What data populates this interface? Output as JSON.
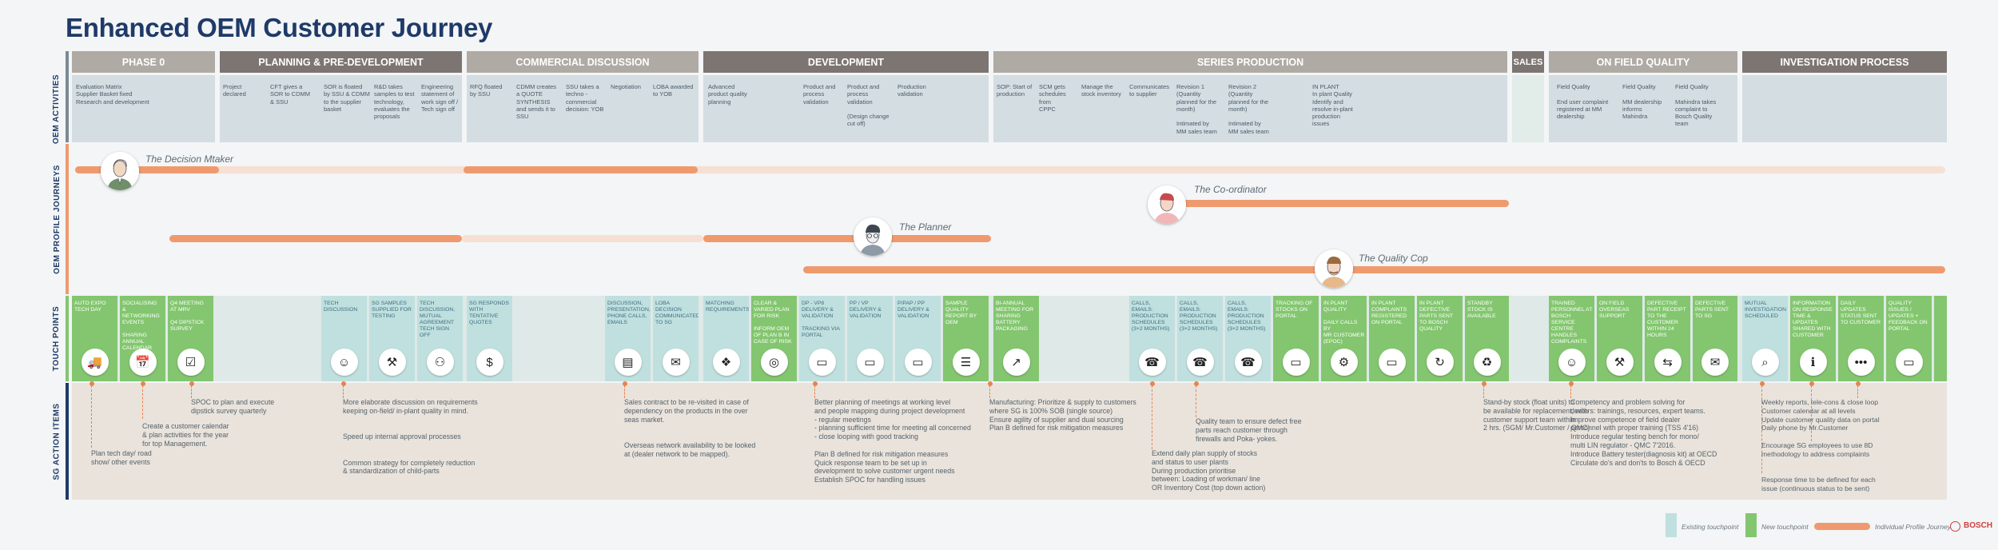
{
  "title": "Enhanced OEM Customer Journey",
  "colors": {
    "phase_dark": "#7d7572",
    "phase_light": "#b0aaa5",
    "new_touchpoint": "#83c66f",
    "existing_touchpoint": "#bfe0de",
    "profile": "#ef9a6e",
    "title": "#1f3a68"
  },
  "row_labels": {
    "activities": "OEM ACTIVITIES",
    "profiles": "OEM PROFILE JOURNEYS",
    "touchpoints": "TOUCH POINTS",
    "actions": "SG ACTION ITEMS"
  },
  "phases": [
    {
      "label": "PHASE 0"
    },
    {
      "label": "PLANNING & PRE-DEVELOPMENT"
    },
    {
      "label": "COMMERCIAL DISCUSSION"
    },
    {
      "label": "DEVELOPMENT"
    },
    {
      "label": "SERIES PRODUCTION"
    },
    {
      "label": "SALES"
    },
    {
      "label": "ON FIELD QUALITY"
    },
    {
      "label": "INVESTIGATION PROCESS"
    }
  ],
  "activities": [
    "Evaluation Matrix\nSupplier Basket fixed\nResearch and development",
    "Project\ndeclared",
    "CFT gives a\nSOR to CDMM\n& SSU",
    "SOR is floated\nby SSU & CDMM\nto the supplier\nbasket",
    "R&D takes\nsamples to test\ntechnology,\nevaluates the\nproposals",
    "Engineering\nstatement of\nwork sign off /\nTech sign off",
    "RFQ floated\nby SSU",
    "CDMM creates\na QUOTE\nSYNTHESIS\nand sends it to\nSSU",
    "SSU takes a\ntechno -\ncommercial\ndecision: YOB",
    "Negotiation",
    "LOBA awarded\nto YOB",
    "Advanced\nproduct quality\nplanning",
    "Product and\nprocess\nvalidation",
    "Product and\nprocess\nvalidation\n\n(Design change\ncut off)",
    "Production\nvalidation",
    "SOP: Start of\nproduction",
    "SCM gets\nschedules from\nCPPC",
    "Manage the\nstock inventory",
    "Communicates\nto supplier",
    "Revision 1\n(Quantity\nplanned for the\nmonth)\n\nIntimated by\nMM sales team",
    "Revision 2\n(Quantity\nplanned for the\nmonth)\n\nIntimated by\nMM sales team",
    "IN PLANT\nIn plant Quality\nIdentify and\nresolve in-plant\nproduction\nissues",
    "Field Quality\n\nEnd user complaint\nregistered at MM\ndealership",
    "Field Quality\n\nMM dealership\ninforms\nMahindra",
    "Field Quality\n\nMahindra takes\ncomplaint to\nBosch Quality\nteam"
  ],
  "personas": [
    {
      "label": "The Decision Mtaker"
    },
    {
      "label": "The Co-ordinator"
    },
    {
      "label": "The Planner"
    },
    {
      "label": "The Quality Cop"
    }
  ],
  "touchpoints": [
    {
      "text": "AUTO EXPO\nTECH DAY",
      "icon": "truck-icon"
    },
    {
      "text": "SOCIALISING\n& NETWORKING\nEVENTS\n\nSHARING\nANNUAL\nCALENDAR",
      "icon": "calendar-icon"
    },
    {
      "text": "Q4 MEETING\nAT MRV\n\nQ4 DIPSTICK\nSURVEY",
      "icon": "survey-icon"
    },
    {
      "text": "TECH\nDISCUSSION",
      "icon": "people-icon"
    },
    {
      "text": "SG SAMPLES\nSUPPLIED FOR\nTESTING",
      "icon": "sample-icon"
    },
    {
      "text": "TECH\nDISCUSSION,\nMUTUAL\nAGREEMENT\nTECH SIGN OFF",
      "icon": "team-icon"
    },
    {
      "text": "SG RESPONDS\nWITH\nTENTATIVE\nQUOTES",
      "icon": "quote-icon"
    },
    {
      "text": "DISCUSSION,\nPRESENTATION,\nPHONE CALLS,\nEMAILS",
      "icon": "presentation-icon"
    },
    {
      "text": "LOBA\nDECISION\nCOMMUNICATED\nTO SG",
      "icon": "mail-icon"
    },
    {
      "text": "MATCHING\nREQUIREMENTS",
      "icon": "puzzle-icon"
    },
    {
      "text": "CLEAR &\nVARIED PLAN\nFOR RISK\n\nINFORM OEM\nOF PLAN B IN\nCASE OF RISK",
      "icon": "target-icon"
    },
    {
      "text": "DP - VP8\nDELIVERY &\nVALIDATION\n\nTRACKING VIA\nPORTAL",
      "icon": "monitor-icon"
    },
    {
      "text": "PP / VP\nDELIVERY &\nVALIDATION",
      "icon": "monitor-icon"
    },
    {
      "text": "P/PAP / PP\nDELIVERY &\nVALIDATION",
      "icon": "monitor-icon"
    },
    {
      "text": "SAMPLE\nQUALITY\nREPORT BY\nOEM",
      "icon": "report-icon"
    },
    {
      "text": "BI-ANNUAL\nMEETING FOR\nSHARING\nBATTERY\nPACKAGING",
      "icon": "chart-icon"
    },
    {
      "text": "CALLS, EMAILS:\nPRODUCTION\nSCHEDULES\n(3+2 MONTHS)",
      "icon": "phone-mail-icon"
    },
    {
      "text": "CALLS, EMAILS:\nPRODUCTION\nSCHEDULES\n(3+2 MONTHS)",
      "icon": "phone-mail-icon"
    },
    {
      "text": "CALLS, EMAILS:\nPRODUCTION\nSCHEDULES\n(3+2 MONTHS)",
      "icon": "phone-mail-icon"
    },
    {
      "text": "TRACKING OF\nSTOCKS ON\nPORTAL",
      "icon": "monitor-icon"
    },
    {
      "text": "IN PLANT\nQUALITY\n\nDAILY CALLS\nBY\nMR CUSTOMER\n(EPOC)",
      "icon": "gear-icon"
    },
    {
      "text": "IN PLANT\nCOMPLAINTS\nREGISTERED\nON PORTAL",
      "icon": "monitor-icon"
    },
    {
      "text": "IN PLANT\nDEFECTIVE\nPARTS SENT\nTO BOSCH\nQUALITY",
      "icon": "return-icon"
    },
    {
      "text": "STANDBY\nSTOCK IS\nAVAILABLE",
      "icon": "cycle-icon"
    },
    {
      "text": "TRAINED\nPERSONNEL AT\nBOSCH SERVICE\nCENTRE\nHANDLES\nCOMPLAINTS",
      "icon": "person-icon"
    },
    {
      "text": "ON FIELD\nOVERSEAS\nSUPPORT",
      "icon": "tools-icon"
    },
    {
      "text": "DEFECTIVE\nPART RECEIPT\nTO THE\nCUSTOMER\nWITHIN 24\nHOURS",
      "icon": "delivery-icon"
    },
    {
      "text": "DEFECTIVE\nPARTS SENT\nTO SG",
      "icon": "chat-icon"
    },
    {
      "text": "MUTUAL\nINVESTIGATION\nSCHEDULED",
      "icon": "magnifier-icon"
    },
    {
      "text": "INFORMATION\nON RESPONSE\nTIME &\nUPDATES\nSHARED WITH\nCUSTOMER",
      "icon": "info-screen-icon"
    },
    {
      "text": "DAILY\nUPDATES\nSTATUS SENT\nTO CUSTOMER",
      "icon": "dots-icon"
    },
    {
      "text": "QUALITY\nISSUES /\nUPDATES +\nFEEDBACK ON\nPORTAL",
      "icon": "monitor-icon"
    }
  ],
  "sg_actions": [
    "Plan tech day/ road\n  show/ other events",
    "Create a customer calendar\n  & plan activities for the year\n  for top Management.",
    "SPOC to plan and execute\n  dipstick survey quarterly",
    "More elaborate discussion on requirements\n  keeping on-field/ in-plant quality in mind.\n\n\nSpeed up internal approval processes\n\n\nCommon strategy for completely reduction\n  & standardization of child-parts",
    "Sales contract to be re-visited in case of\n  dependency on the products in the over\n  seas market.\n\n\nOverseas network availability to be looked\n  at (dealer network to be mapped).",
    "Better planning of meetings at working level\n  and people mapping during project development\n - regular meetings\n - planning sufficient time for meeting all concerned\n - close looping with good tracking\n\nPlan B defined for risk mitigation measures\nQuick response team to be set up in\n  development to solve customer urgent needs\nEstablish SPOC for handling issues",
    "Manufacturing: Prioritize & supply to customers\n  where SG is 100% SOB (single source)\nEnsure agility of supplier and dual sourcing\nPlan B defined for risk mitigation measures",
    "Quality team to ensure defect free\n  parts reach customer through\n  firewalls and Poka- yokes.",
    "Extend daily plan supply of stocks\n  and status to user plants\nDuring production prioritise\n  between: Loading of workman/ line\n  OR Inventory Cost (top down action)",
    "Stand-by stock (float units) to\n  be available for replacement, with\n  customer support team within\n  2 hrs. (SGM/ Mr.Customer / QMC)",
    "Competency and problem solving for\n  dealers: trainings, resources, expert teams.\nImprove competence of field dealer\n  personnel with proper training (TSS 4'16)\nIntroduce regular testing bench for mono/\n  multi LIN regulator - QMC 7'2016.\nIntroduce Battery tester(diagnosis kit) at OECD\nCirculate do's and don'ts to Bosch & OECD",
    "Weekly reports, tele-cons & close loop\nCustomer calendar at all levels\nUpdate customer quality data on portal\nDaily phone by Mr.Customer\n\nEncourage SG employees to use 8D\n  methodology to address complaints\n\n\nResponse time to be defined for each\n  issue (continuous status to be sent)"
  ],
  "legend": {
    "existing": "Existing touchpoint",
    "new": "New touchpoint",
    "profile": "Individual Profile Journey",
    "brand": "BOSCH"
  }
}
